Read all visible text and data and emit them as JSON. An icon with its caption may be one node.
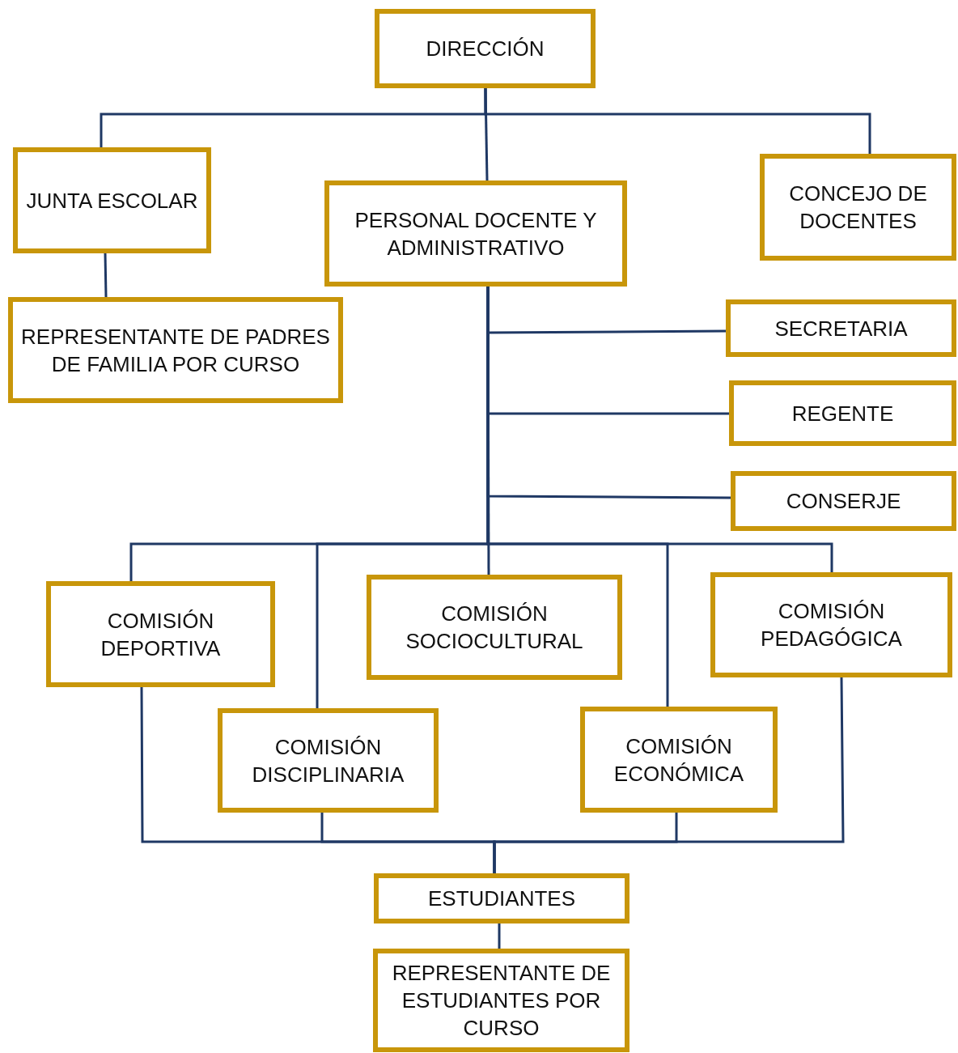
{
  "diagram": {
    "nodes": [
      {
        "text": [
          "DIRECCIÓN"
        ]
      },
      {
        "text": [
          "JUNTA ESCOLAR"
        ]
      },
      {
        "text": [
          "PERSONAL DOCENTE Y ADMINISTRATIVO"
        ]
      },
      {
        "text": [
          "CONCEJO DE DOCENTES"
        ]
      },
      {
        "text": [
          "REPRESENTANTE DE PADRES DE FAMILIA POR CURSO"
        ]
      },
      {
        "text": [
          "SECRETARIA"
        ]
      },
      {
        "text": [
          "REGENTE"
        ]
      },
      {
        "text": [
          "CONSERJE"
        ]
      },
      {
        "text": [
          "COMISIÓN DEPORTIVA"
        ]
      },
      {
        "text": [
          "COMISIÓN SOCIOCULTURAL"
        ]
      },
      {
        "text": [
          "COMISIÓN PEDAGÓGICA"
        ]
      },
      {
        "text": [
          "COMISIÓN DISCIPLINARIA"
        ]
      },
      {
        "text": [
          "COMISIÓN ECONÓMICA"
        ]
      },
      {
        "text": [
          "ESTUDIANTES"
        ]
      },
      {
        "text": [
          "REPRESENTANTE DE ESTUDIANTES POR CURSO"
        ]
      }
    ],
    "edges": [
      {
        "from": 0,
        "to": 1,
        "arrow": "none"
      },
      {
        "from": 0,
        "to": 2,
        "arrow": "none"
      },
      {
        "from": 0,
        "to": 3,
        "arrow": "none"
      },
      {
        "from": 1,
        "to": 4,
        "arrow": "none"
      },
      {
        "from": 2,
        "to": 5,
        "arrow": "none"
      },
      {
        "from": 2,
        "to": 6,
        "arrow": "none"
      },
      {
        "from": 2,
        "to": 7,
        "arrow": "none"
      },
      {
        "from": 2,
        "to": 8,
        "arrow": "none"
      },
      {
        "from": 2,
        "to": 11,
        "arrow": "none"
      },
      {
        "from": 2,
        "to": 9,
        "arrow": "none"
      },
      {
        "from": 2,
        "to": 12,
        "arrow": "none"
      },
      {
        "from": 2,
        "to": 10,
        "arrow": "none"
      },
      {
        "from": 8,
        "to": 13,
        "arrow": "none"
      },
      {
        "from": 11,
        "to": 13,
        "arrow": "none"
      },
      {
        "from": 12,
        "to": 13,
        "arrow": "none"
      },
      {
        "from": 10,
        "to": 13,
        "arrow": "none"
      },
      {
        "from": 13,
        "to": 14,
        "arrow": "none"
      }
    ]
  }
}
